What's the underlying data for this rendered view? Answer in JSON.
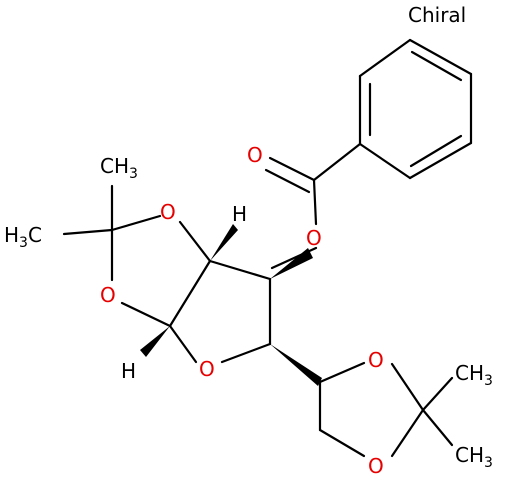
{
  "structure": {
    "chirality_label": "Chiral",
    "atoms": {
      "o_carbonyl": "O",
      "o_ester": "O",
      "o_dioxolane_top": "O",
      "o_dioxolane_bottom": "O",
      "o_furanose": "O",
      "o_right_top": "O",
      "o_right_bottom": "O",
      "h_top": "H",
      "h_bottom": "H"
    },
    "methyl_groups": {
      "left_top": {
        "base": "CH",
        "sub": "3"
      },
      "left_side": {
        "pre": "H",
        "sub": "3",
        "post": "C"
      },
      "right_top": {
        "base": "CH",
        "sub": "3"
      },
      "right_bottom": {
        "base": "CH",
        "sub": "3"
      }
    },
    "colors": {
      "oxygen": "#e60000",
      "carbon_hydrogen": "#000000",
      "background": "#ffffff"
    }
  }
}
